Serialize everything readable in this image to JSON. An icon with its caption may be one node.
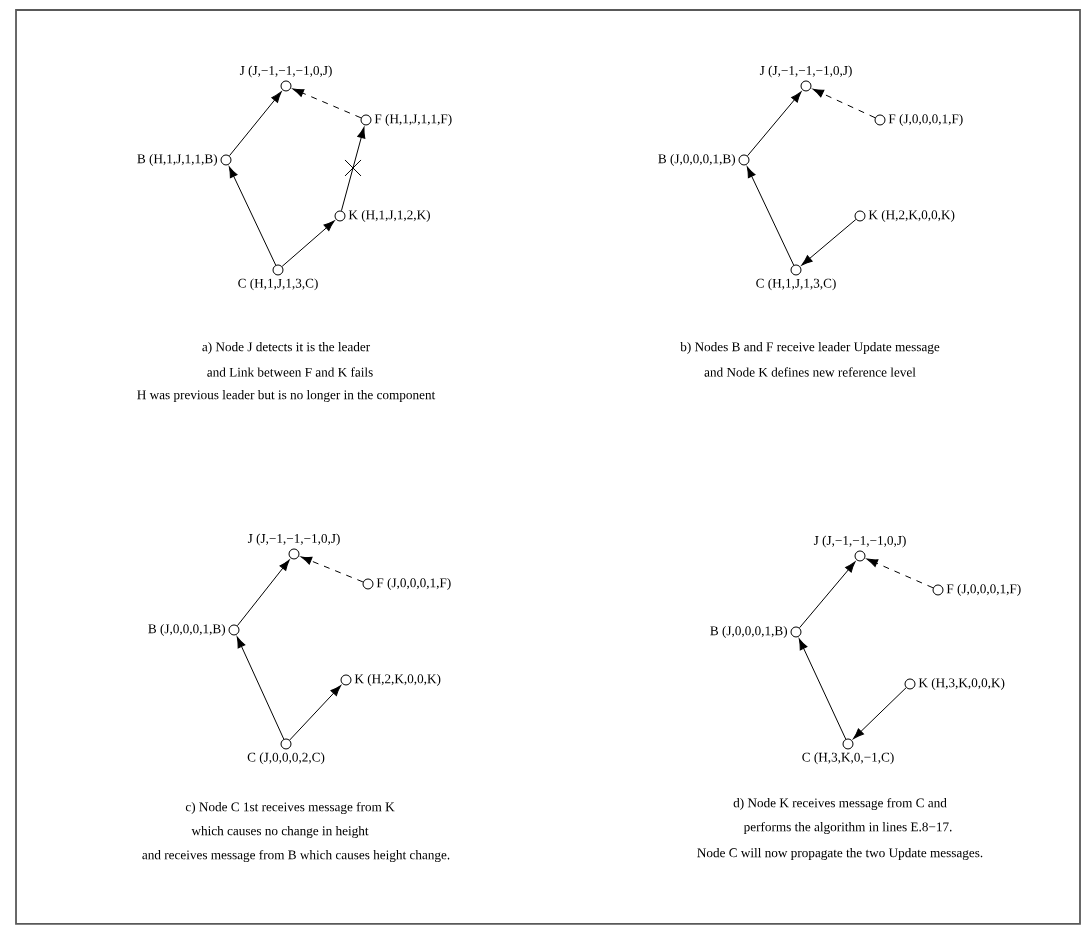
{
  "diagram": {
    "nodes": [
      {
        "text": [],
        "shape": "circle",
        "beside": [
          "J (J,−1,−1,−1,0,J)"
        ]
      },
      {
        "text": [],
        "shape": "circle",
        "beside": [
          "F (H,1,J,1,1,F)"
        ]
      },
      {
        "text": [],
        "shape": "circle",
        "beside": [
          "B (H,1,J,1,1,B)"
        ]
      },
      {
        "text": [],
        "shape": "circle",
        "beside": [
          "K (H,1,J,1,2,K)"
        ]
      },
      {
        "text": [],
        "shape": "circle",
        "beside": [
          "C (H,1,J,1,3,C)"
        ]
      },
      {
        "text": [],
        "shape": "circle",
        "beside": [
          "J (J,−1,−1,−1,0,J)"
        ]
      },
      {
        "text": [],
        "shape": "circle",
        "beside": [
          "F (J,0,0,0,1,F)"
        ]
      },
      {
        "text": [],
        "shape": "circle",
        "beside": [
          "B (J,0,0,0,1,B)"
        ]
      },
      {
        "text": [],
        "shape": "circle",
        "beside": [
          "K (H,2,K,0,0,K)"
        ]
      },
      {
        "text": [],
        "shape": "circle",
        "beside": [
          "C (H,1,J,1,3,C)"
        ]
      },
      {
        "text": [],
        "shape": "circle",
        "beside": [
          "J (J,−1,−1,−1,0,J)"
        ]
      },
      {
        "text": [],
        "shape": "circle",
        "beside": [
          "F (J,0,0,0,1,F)"
        ]
      },
      {
        "text": [],
        "shape": "circle",
        "beside": [
          "B (J,0,0,0,1,B)"
        ]
      },
      {
        "text": [],
        "shape": "circle",
        "beside": [
          "K (H,2,K,0,0,K)"
        ]
      },
      {
        "text": [],
        "shape": "circle",
        "beside": [
          "C (J,0,0,0,2,C)"
        ]
      },
      {
        "text": [],
        "shape": "circle",
        "beside": [
          "J (J,−1,−1,−1,0,J)"
        ]
      },
      {
        "text": [],
        "shape": "circle",
        "beside": [
          "F (J,0,0,0,1,F)"
        ]
      },
      {
        "text": [],
        "shape": "circle",
        "beside": [
          "B (J,0,0,0,1,B)"
        ]
      },
      {
        "text": [],
        "shape": "circle",
        "beside": [
          "K (H,3,K,0,0,K)"
        ]
      },
      {
        "text": [],
        "shape": "circle",
        "beside": [
          "C (H,3,K,0,−1,C)"
        ]
      }
    ],
    "edges": [
      {
        "from": 2,
        "to": 0,
        "arrow": "to"
      },
      {
        "from": 1,
        "to": 0,
        "arrow": "to",
        "style": "dashed"
      },
      {
        "from": 3,
        "to": 1,
        "arrow": "to"
      },
      {
        "from": 4,
        "to": 2,
        "arrow": "to"
      },
      {
        "from": 4,
        "to": 3,
        "arrow": "to"
      },
      {
        "from": 7,
        "to": 5,
        "arrow": "to"
      },
      {
        "from": 6,
        "to": 5,
        "arrow": "to",
        "style": "dashed"
      },
      {
        "from": 9,
        "to": 7,
        "arrow": "to"
      },
      {
        "from": 8,
        "to": 9,
        "arrow": "to"
      },
      {
        "from": 12,
        "to": 10,
        "arrow": "to"
      },
      {
        "from": 11,
        "to": 10,
        "arrow": "to",
        "style": "dashed"
      },
      {
        "from": 14,
        "to": 12,
        "arrow": "to"
      },
      {
        "from": 14,
        "to": 13,
        "arrow": "to"
      },
      {
        "from": 17,
        "to": 15,
        "arrow": "to"
      },
      {
        "from": 16,
        "to": 15,
        "arrow": "to",
        "style": "dashed"
      },
      {
        "from": 19,
        "to": 17,
        "arrow": "to"
      },
      {
        "from": 18,
        "to": 19,
        "arrow": "to"
      }
    ],
    "labels": [
      "a) Node J detects it is the leader",
      "and Link between F and K fails",
      "H was previous leader but is no longer in the component",
      "b) Nodes B and F receive leader Update message",
      "and Node K defines new reference level",
      "c) Node C 1st receives message from K",
      "which causes no change in height",
      "and receives message from B which causes height change.",
      "d) Node K receives message from C and",
      "performs the algorithm in lines E.8−17.",
      "Node C will now propagate the two Update messages."
    ]
  }
}
